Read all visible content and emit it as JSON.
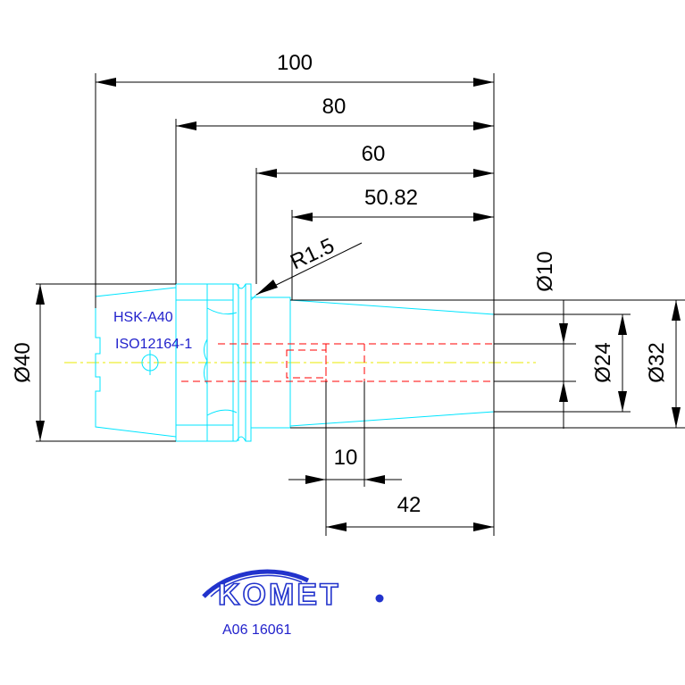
{
  "dimensions": {
    "overall_length": "100",
    "flange_to_end": "80",
    "body_length": "60",
    "taper_length": "50.82",
    "radius": "R1.5",
    "dia_flange": "Ø40",
    "dia_bore": "Ø10",
    "dia_nose": "Ø24",
    "dia_body": "Ø32",
    "screw_length": "10",
    "bore_depth": "42"
  },
  "labels": {
    "interface": "HSK-A40",
    "standard": "ISO12164-1"
  },
  "logo": {
    "brand": "KOMET",
    "part_number": "A06 16061"
  },
  "colors": {
    "outline": "#00e5ff",
    "hidden_lines": "#ff0000",
    "centerline": "#e8e800",
    "dimension": "#000000",
    "brand": "#2233cc"
  }
}
